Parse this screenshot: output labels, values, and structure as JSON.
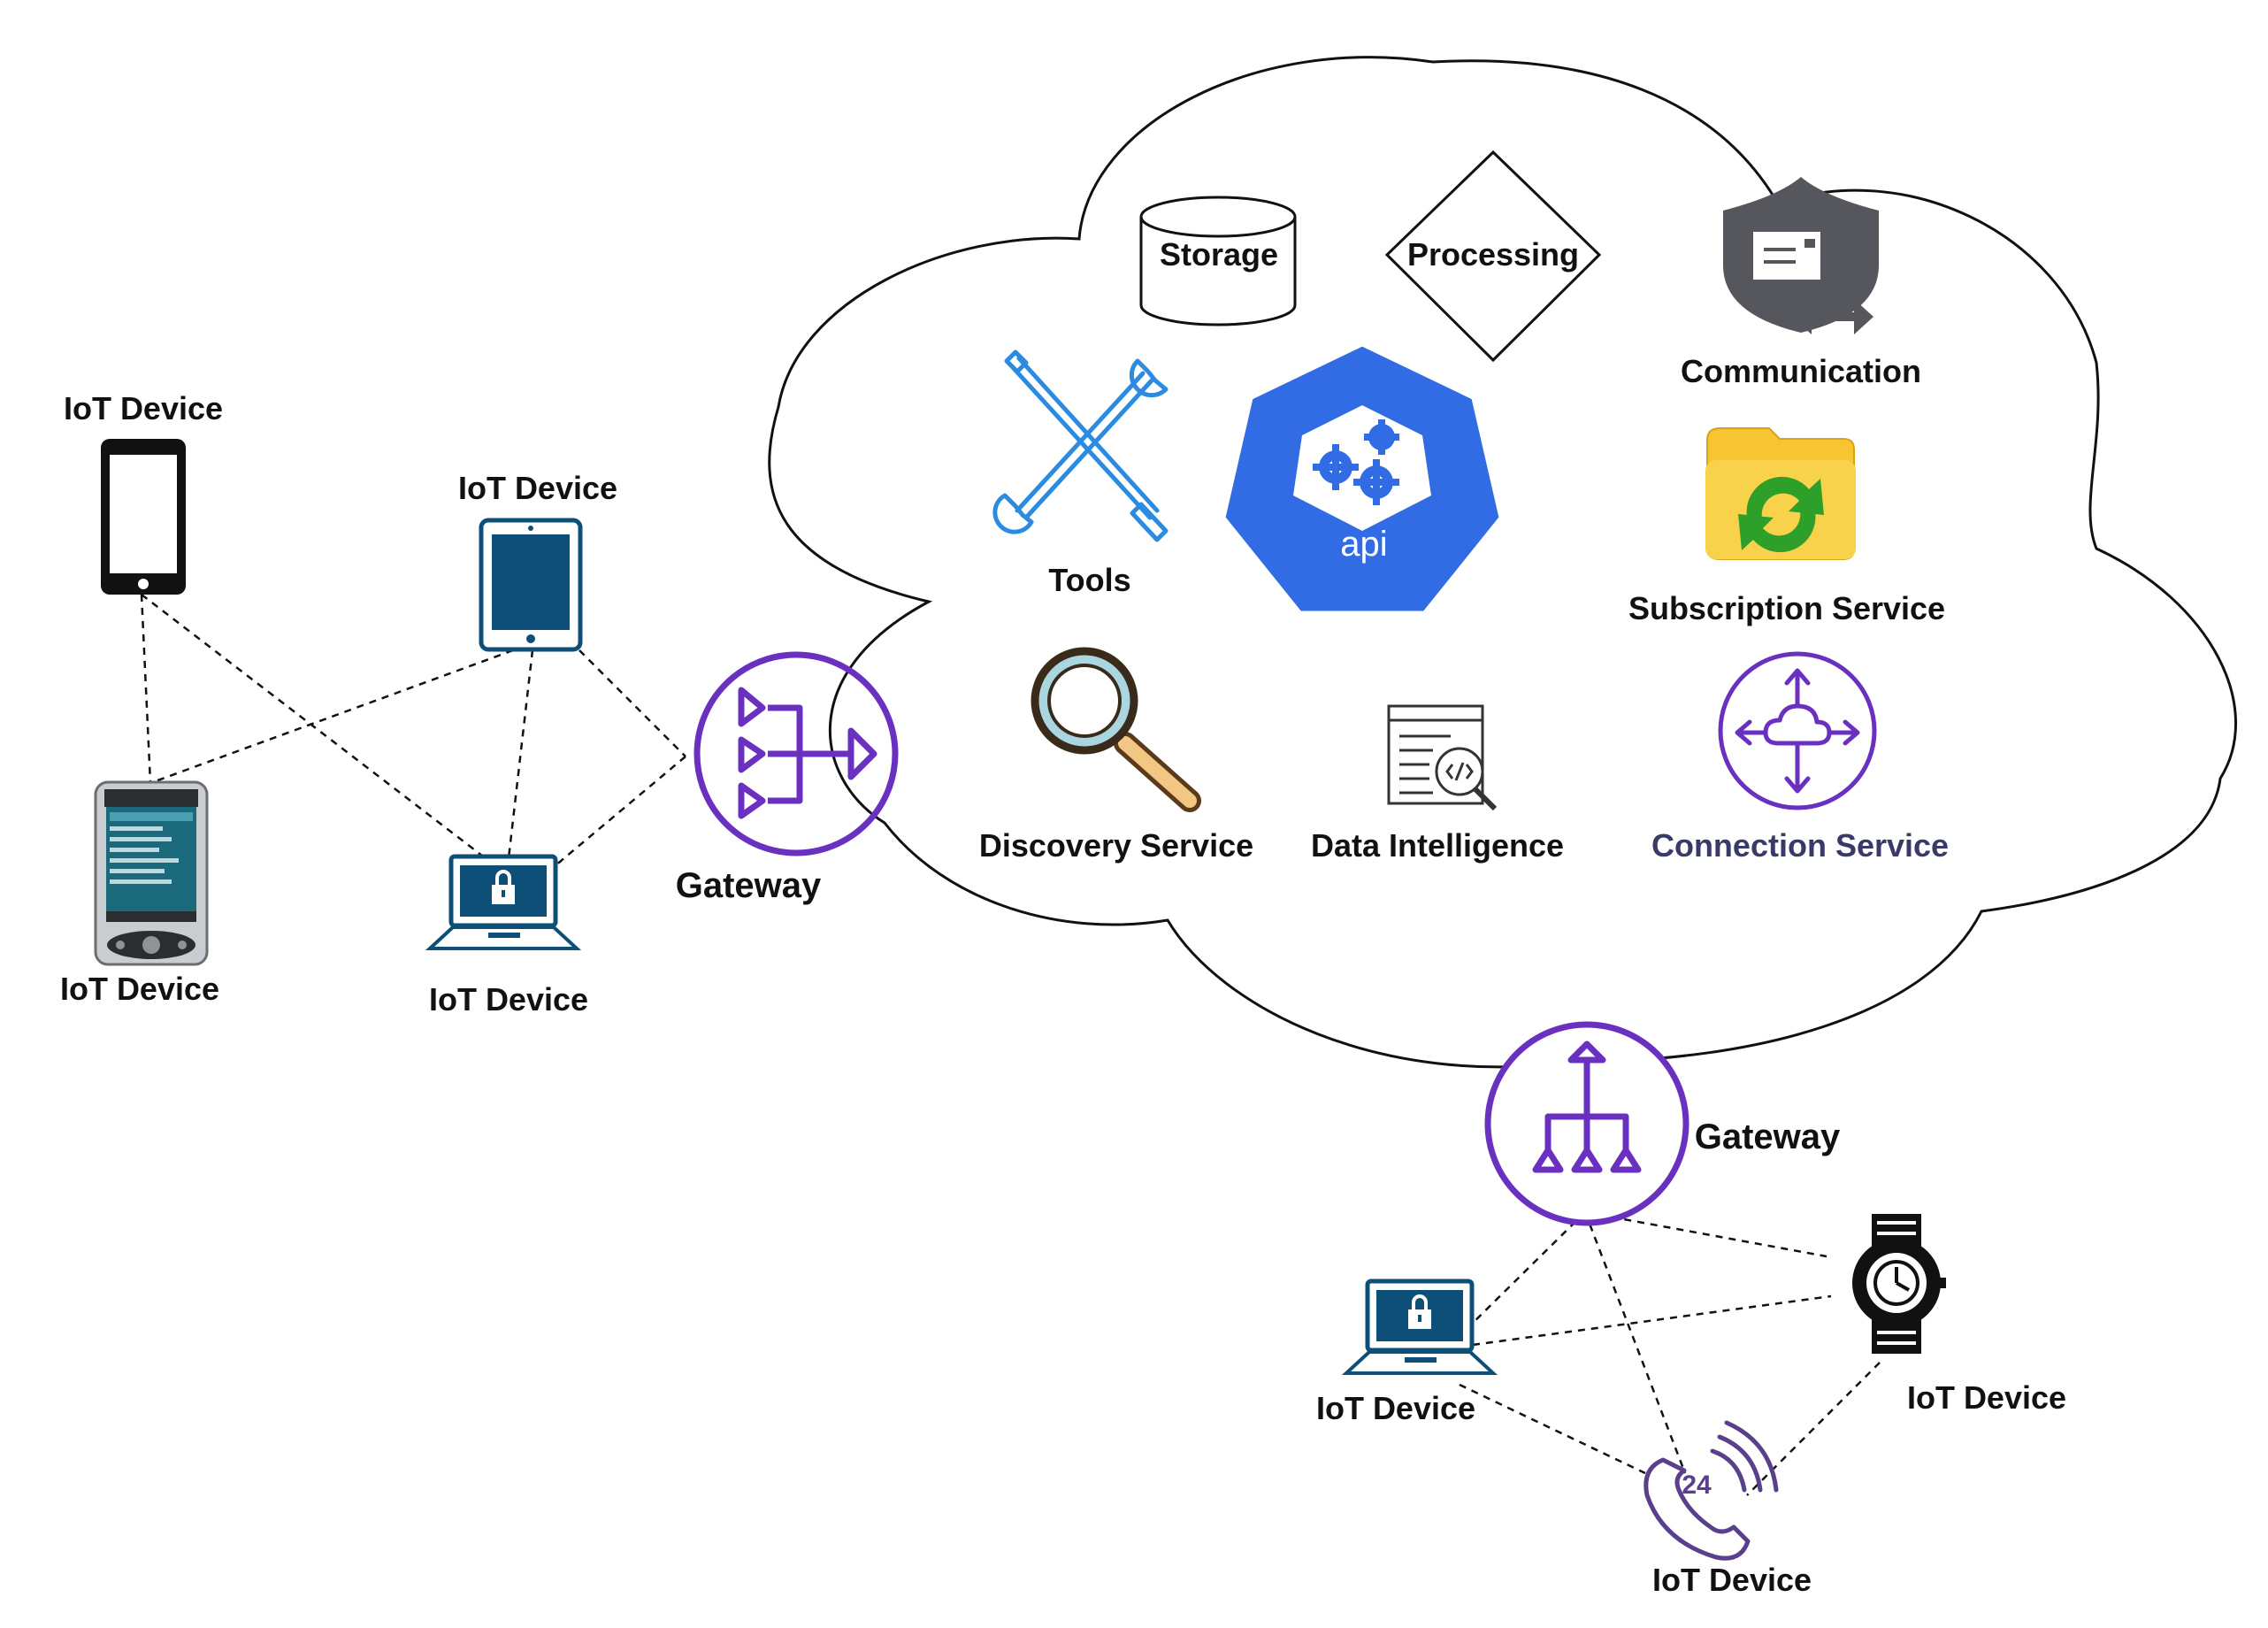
{
  "cloud": {
    "services": {
      "storage": "Storage",
      "processing": "Processing",
      "communication": "Communication",
      "tools": "Tools",
      "api": "api",
      "subscription": "Subscription Service",
      "discovery": "Discovery Service",
      "data_intelligence": "Data Intelligence",
      "connection": "Connection Service"
    }
  },
  "gateways": {
    "left": "Gateway",
    "bottom": "Gateway"
  },
  "devices": {
    "phone": "IoT Device",
    "tablet": "IoT Device",
    "pda": "IoT Device",
    "laptop_left": "IoT Device",
    "laptop_right": "IoT Device",
    "watch": "IoT Device",
    "phone_24": "IoT Device"
  },
  "icon_glyphs": {
    "api_24_label": "24"
  },
  "colors": {
    "gateway_purple": "#6a30c0",
    "api_blue": "#326ce5",
    "tools_blue": "#2a8be0",
    "device_navy": "#0e4f78",
    "shield_gray": "#55575c",
    "folder_yellow": "#f7c531",
    "sync_green": "#2ea02a"
  }
}
